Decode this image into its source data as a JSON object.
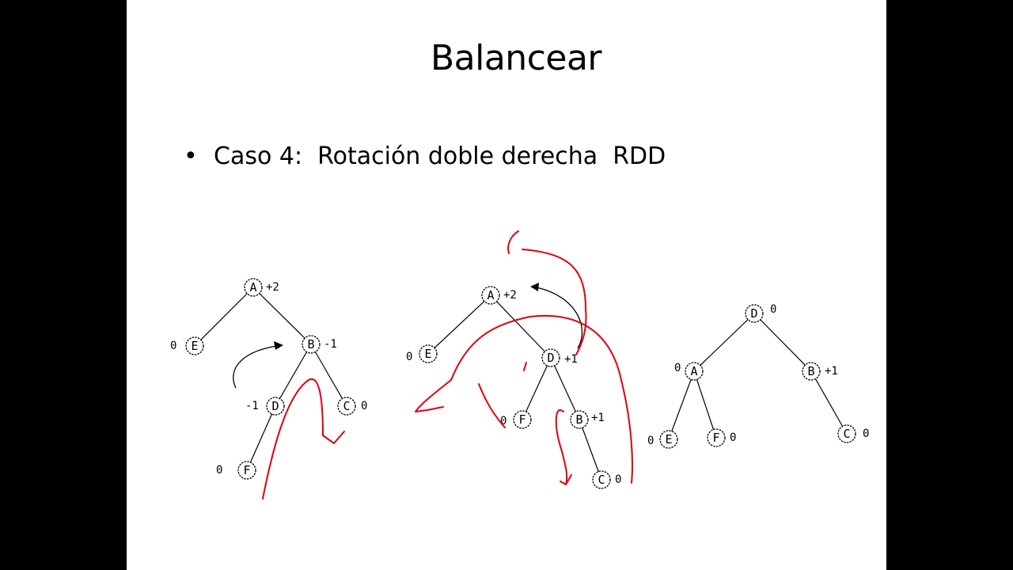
{
  "slide": {
    "title": "Balancear",
    "bullet": "Caso 4:  Rotación doble derecha  RDD"
  },
  "trees": [
    {
      "nodes": [
        {
          "label": "A",
          "balance": "+2"
        },
        {
          "label": "E",
          "balance": "0"
        },
        {
          "label": "B",
          "balance": "-1"
        },
        {
          "label": "D",
          "balance": "-1"
        },
        {
          "label": "C",
          "balance": "0"
        },
        {
          "label": "F",
          "balance": "0"
        }
      ]
    },
    {
      "nodes": [
        {
          "label": "A",
          "balance": "+2"
        },
        {
          "label": "E",
          "balance": "0"
        },
        {
          "label": "D",
          "balance": "+1"
        },
        {
          "label": "F",
          "balance": "0"
        },
        {
          "label": "B",
          "balance": "+1"
        },
        {
          "label": "C",
          "balance": "0"
        }
      ]
    },
    {
      "nodes": [
        {
          "label": "D",
          "balance": "0"
        },
        {
          "label": "A",
          "balance": "0"
        },
        {
          "label": "B",
          "balance": "+1"
        },
        {
          "label": "E",
          "balance": "0"
        },
        {
          "label": "F",
          "balance": "0"
        },
        {
          "label": "C",
          "balance": "0"
        }
      ]
    }
  ],
  "colors": {
    "annotation": "#e0000d",
    "background": "#000000",
    "slide": "#ffffff"
  }
}
